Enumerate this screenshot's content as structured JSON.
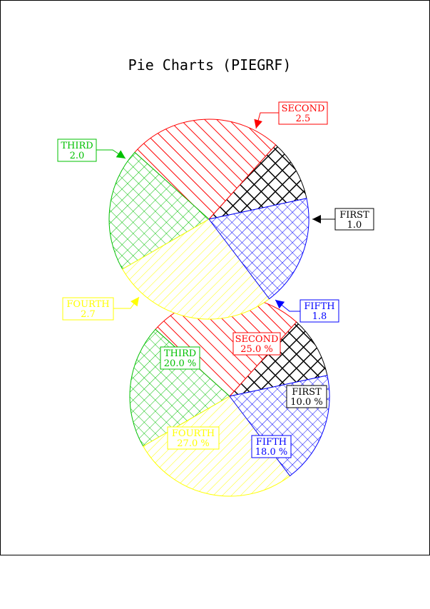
{
  "chart_data": [
    {
      "type": "pie",
      "title": "Pie Charts (PIEGRF)",
      "label_format": "value",
      "slices": [
        {
          "name": "FIRST",
          "value": 1.0,
          "text": "1.0",
          "color": "#000000"
        },
        {
          "name": "SECOND",
          "value": 2.5,
          "text": "2.5",
          "color": "#ff0000"
        },
        {
          "name": "THIRD",
          "value": 2.0,
          "text": "2.0",
          "color": "#00c000"
        },
        {
          "name": "FOURTH",
          "value": 2.7,
          "text": "2.7",
          "color": "#ffff00"
        },
        {
          "name": "FIFTH",
          "value": 1.8,
          "text": "1.8",
          "color": "#0000ff"
        }
      ]
    },
    {
      "type": "pie",
      "label_format": "percent",
      "slices": [
        {
          "name": "FIRST",
          "value": 10.0,
          "text": "10.0 %",
          "color": "#000000"
        },
        {
          "name": "SECOND",
          "value": 25.0,
          "text": "25.0 %",
          "color": "#ff0000"
        },
        {
          "name": "THIRD",
          "value": 20.0,
          "text": "20.0 %",
          "color": "#00c000"
        },
        {
          "name": "FOURTH",
          "value": 27.0,
          "text": "27.0 %",
          "color": "#ffff00"
        },
        {
          "name": "FIFTH",
          "value": 18.0,
          "text": "18.0 %",
          "color": "#0000ff"
        }
      ]
    }
  ]
}
